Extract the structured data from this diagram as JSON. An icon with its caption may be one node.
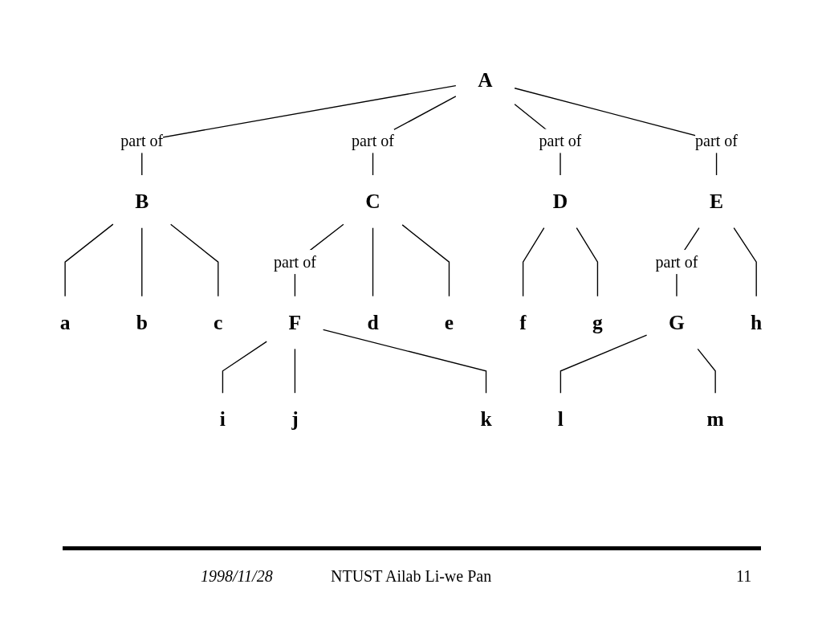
{
  "diagram": {
    "nodes": [
      {
        "text": [
          "A"
        ]
      },
      {
        "text": [
          "B"
        ]
      },
      {
        "text": [
          "C"
        ]
      },
      {
        "text": [
          "D"
        ]
      },
      {
        "text": [
          "E"
        ]
      },
      {
        "text": [
          "a"
        ]
      },
      {
        "text": [
          "b"
        ]
      },
      {
        "text": [
          "c"
        ]
      },
      {
        "text": [
          "F"
        ]
      },
      {
        "text": [
          "d"
        ]
      },
      {
        "text": [
          "e"
        ]
      },
      {
        "text": [
          "f"
        ]
      },
      {
        "text": [
          "g"
        ]
      },
      {
        "text": [
          "G"
        ]
      },
      {
        "text": [
          "h"
        ]
      },
      {
        "text": [
          "i"
        ]
      },
      {
        "text": [
          "j"
        ]
      },
      {
        "text": [
          "k"
        ]
      },
      {
        "text": [
          "l"
        ]
      },
      {
        "text": [
          "m"
        ]
      }
    ],
    "edges": [
      {
        "from": 0,
        "to": 1,
        "arrow": "none",
        "label": "part of"
      },
      {
        "from": 0,
        "to": 2,
        "arrow": "none",
        "label": "part of"
      },
      {
        "from": 0,
        "to": 3,
        "arrow": "none",
        "label": "part of"
      },
      {
        "from": 0,
        "to": 4,
        "arrow": "none",
        "label": "part of"
      },
      {
        "from": 1,
        "to": 5,
        "arrow": "none"
      },
      {
        "from": 1,
        "to": 6,
        "arrow": "none"
      },
      {
        "from": 1,
        "to": 7,
        "arrow": "none"
      },
      {
        "from": 2,
        "to": 8,
        "arrow": "none",
        "label": "part of"
      },
      {
        "from": 2,
        "to": 9,
        "arrow": "none"
      },
      {
        "from": 2,
        "to": 10,
        "arrow": "none"
      },
      {
        "from": 3,
        "to": 11,
        "arrow": "none"
      },
      {
        "from": 3,
        "to": 12,
        "arrow": "none"
      },
      {
        "from": 4,
        "to": 13,
        "arrow": "none",
        "label": "part of"
      },
      {
        "from": 4,
        "to": 14,
        "arrow": "none"
      },
      {
        "from": 8,
        "to": 15,
        "arrow": "none"
      },
      {
        "from": 8,
        "to": 16,
        "arrow": "none"
      },
      {
        "from": 8,
        "to": 17,
        "arrow": "none"
      },
      {
        "from": 13,
        "to": 18,
        "arrow": "none"
      },
      {
        "from": 13,
        "to": 19,
        "arrow": "none"
      }
    ],
    "labels": [
      "1998/11/28",
      "NTUST Ailab Li-we Pan",
      "11"
    ]
  }
}
